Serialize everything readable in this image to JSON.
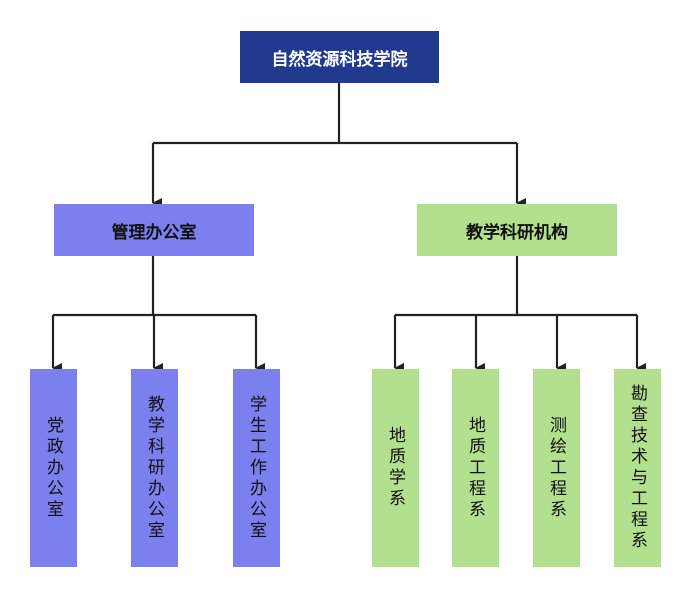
{
  "root": {
    "label": "自然资源科技学院"
  },
  "branches": [
    {
      "label": "管理办公室",
      "children": [
        "党政办公室",
        "教学科研办公室",
        "学生工作办公室"
      ]
    },
    {
      "label": "教学科研机构",
      "children": [
        "地质学系",
        "地质工程系",
        "测绘工程系",
        "勘查技术与工程系"
      ]
    }
  ],
  "colors": {
    "root": "#223a8e",
    "management": "#7b80ee",
    "teaching": "#b3e08f",
    "connector": "#222222"
  }
}
